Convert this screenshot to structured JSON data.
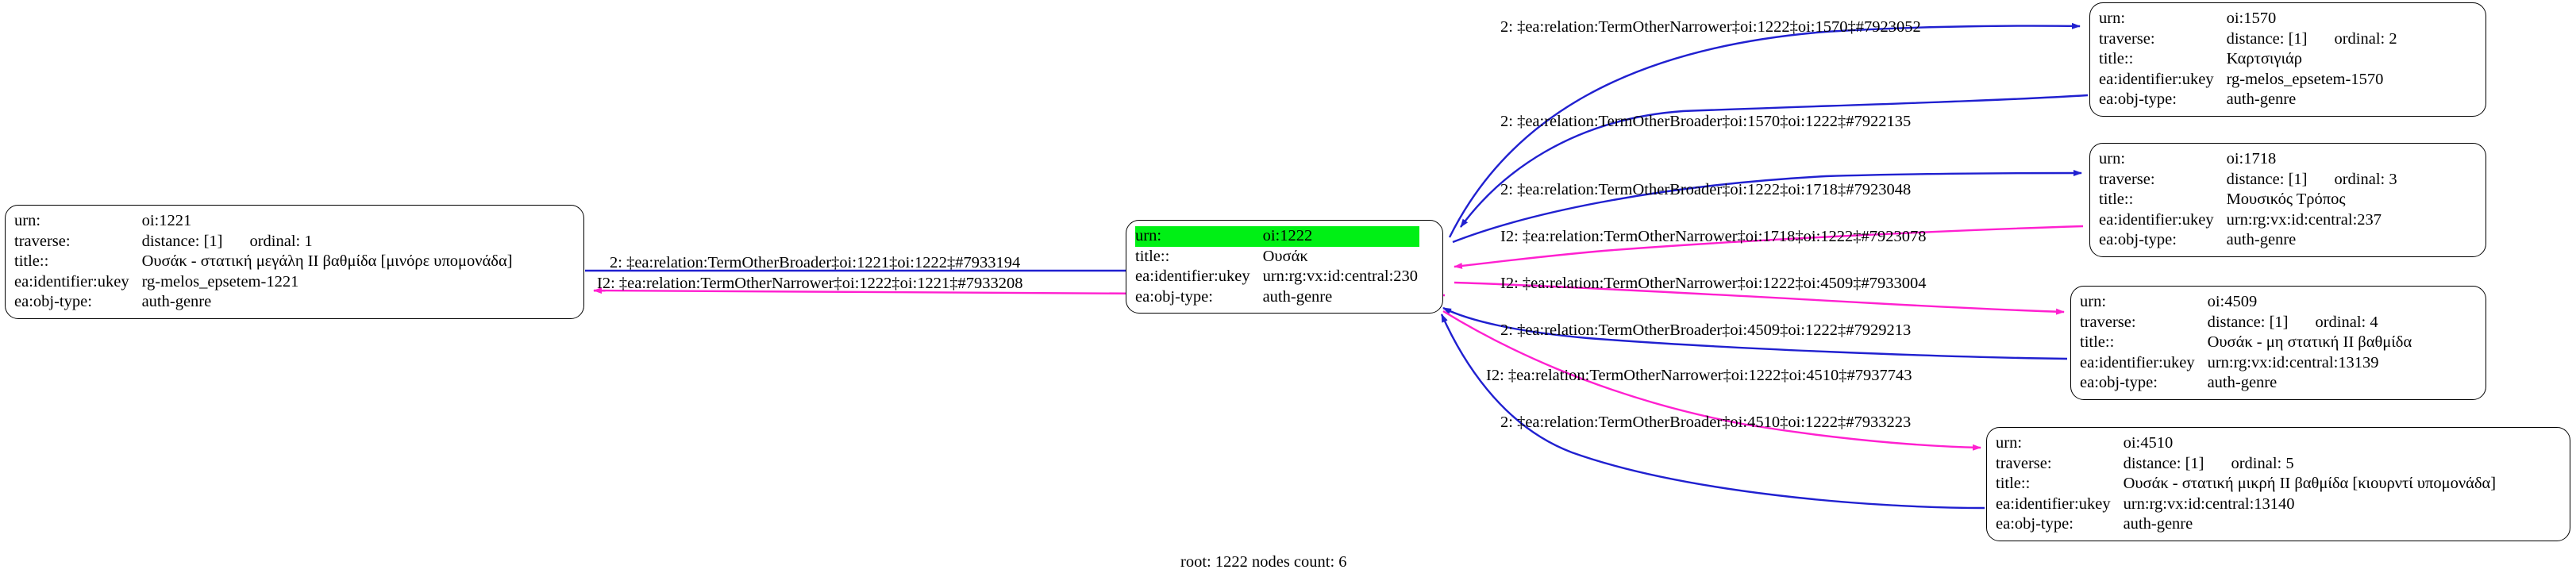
{
  "graph": {
    "footer": "root: 1222 nodes count: 6",
    "colors": {
      "broader_edge": "#2020d0",
      "narrower_edge": "#ff20d0",
      "root_highlight": "#00f015",
      "node_border": "#000000",
      "background": "#ffffff"
    },
    "labels": {
      "urn": "urn:",
      "traverse": "traverse:",
      "title": "title::",
      "ukey": "ea:identifier:ukey",
      "objtype": "ea:obj-type:"
    }
  },
  "nodes": [
    {
      "id": "n1221",
      "urn": "oi:1221",
      "traverse_distance": "distance: [1]",
      "traverse_ordinal": "ordinal: 1",
      "title": "Ουσάκ - στατική μεγάλη II βαθμίδα [μινόρε υπομονάδα]",
      "ukey": "rg-melos_epsetem-1221",
      "objtype": "auth-genre",
      "highlight": false
    },
    {
      "id": "n1222",
      "urn": "oi:1222",
      "traverse_distance": "",
      "traverse_ordinal": "",
      "title": "Ουσάκ",
      "ukey": "urn:rg:vx:id:central:230",
      "objtype": "auth-genre",
      "highlight": true
    },
    {
      "id": "n1570",
      "urn": "oi:1570",
      "traverse_distance": "distance: [1]",
      "traverse_ordinal": "ordinal: 2",
      "title": "Καρτσιγιάρ",
      "ukey": "rg-melos_epsetem-1570",
      "objtype": "auth-genre",
      "highlight": false
    },
    {
      "id": "n1718",
      "urn": "oi:1718",
      "traverse_distance": "distance: [1]",
      "traverse_ordinal": "ordinal: 3",
      "title": "Μουσικός Τρόπος",
      "ukey": "urn:rg:vx:id:central:237",
      "objtype": "auth-genre",
      "highlight": false
    },
    {
      "id": "n4509",
      "urn": "oi:4509",
      "traverse_distance": "distance: [1]",
      "traverse_ordinal": "ordinal: 4",
      "title": "Ουσάκ - μη στατική II βαθμίδα",
      "ukey": "urn:rg:vx:id:central:13139",
      "objtype": "auth-genre",
      "highlight": false
    },
    {
      "id": "n4510",
      "urn": "oi:4510",
      "traverse_distance": "distance: [1]",
      "traverse_ordinal": "ordinal: 5",
      "title": "Ουσάκ - στατική μικρή II βαθμίδα [κιουρντί υπομονάδα]",
      "ukey": "urn:rg:vx:id:central:13140",
      "objtype": "auth-genre",
      "highlight": false
    }
  ],
  "edges": [
    {
      "id": "e1",
      "text": "2: ‡ea:relation:TermOtherNarrower‡oi:1222‡oi:1570‡#7923052",
      "kind": "narrower-blue",
      "color": "#2020d0"
    },
    {
      "id": "e2",
      "text": "2: ‡ea:relation:TermOtherBroader‡oi:1570‡oi:1222‡#7922135",
      "kind": "broader",
      "color": "#2020d0"
    },
    {
      "id": "e3",
      "text": "2: ‡ea:relation:TermOtherBroader‡oi:1222‡oi:1718‡#7923048",
      "kind": "broader",
      "color": "#2020d0"
    },
    {
      "id": "e4",
      "text": "I2: ‡ea:relation:TermOtherNarrower‡oi:1718‡oi:1222‡#7923078",
      "kind": "narrower",
      "color": "#ff20d0"
    },
    {
      "id": "e5",
      "text": "I2: ‡ea:relation:TermOtherNarrower‡oi:1222‡oi:4509‡#7933004",
      "kind": "narrower",
      "color": "#ff20d0"
    },
    {
      "id": "e6",
      "text": "2: ‡ea:relation:TermOtherBroader‡oi:4509‡oi:1222‡#7929213",
      "kind": "broader",
      "color": "#2020d0"
    },
    {
      "id": "e7",
      "text": "I2: ‡ea:relation:TermOtherNarrower‡oi:1222‡oi:4510‡#7937743",
      "kind": "narrower",
      "color": "#ff20d0"
    },
    {
      "id": "e8",
      "text": "2: ‡ea:relation:TermOtherBroader‡oi:4510‡oi:1222‡#7933223",
      "kind": "broader",
      "color": "#2020d0"
    },
    {
      "id": "e9",
      "text": "2: ‡ea:relation:TermOtherBroader‡oi:1221‡oi:1222‡#7933194",
      "kind": "broader",
      "color": "#2020d0"
    },
    {
      "id": "e10",
      "text": "I2: ‡ea:relation:TermOtherNarrower‡oi:1222‡oi:1221‡#7933208",
      "kind": "narrower",
      "color": "#ff20d0"
    }
  ]
}
